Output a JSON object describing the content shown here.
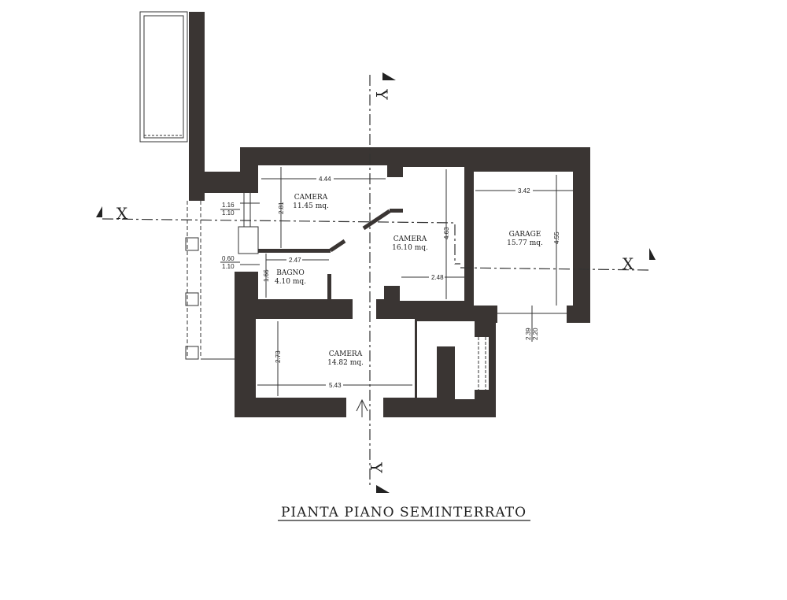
{
  "title": "PIANTA PIANO SEMINTERRATO",
  "axes": {
    "x_left": "X",
    "x_right": "X",
    "y_top": "Y",
    "y_bottom": "Y"
  },
  "rooms": [
    {
      "name": "CAMERA",
      "area": "11.45 mq."
    },
    {
      "name": "CAMERA",
      "area": "16.10 mq."
    },
    {
      "name": "GARAGE",
      "area": "15.77 mq."
    },
    {
      "name": "BAGNO",
      "area": "4.10 mq."
    },
    {
      "name": "CAMERA",
      "area": "14.82 mq."
    }
  ],
  "dimensions": {
    "camera1_width": "4.44",
    "camera1_height": "2.81",
    "window1_top": "1.16",
    "window1_bottom": "1.10",
    "window2_top": "0.60",
    "window2_bottom": "1.10",
    "bagno_width": "2.47",
    "bagno_height": "1.66",
    "camera2_height": "4.63",
    "camera2_width": "2.48",
    "garage_width": "3.42",
    "garage_height": "4.55",
    "garage_door_a": "2.39",
    "garage_door_b": "2.20",
    "camera3_height": "2.73",
    "camera3_width": "5.43"
  },
  "colors": {
    "wall": "#3a3533"
  }
}
